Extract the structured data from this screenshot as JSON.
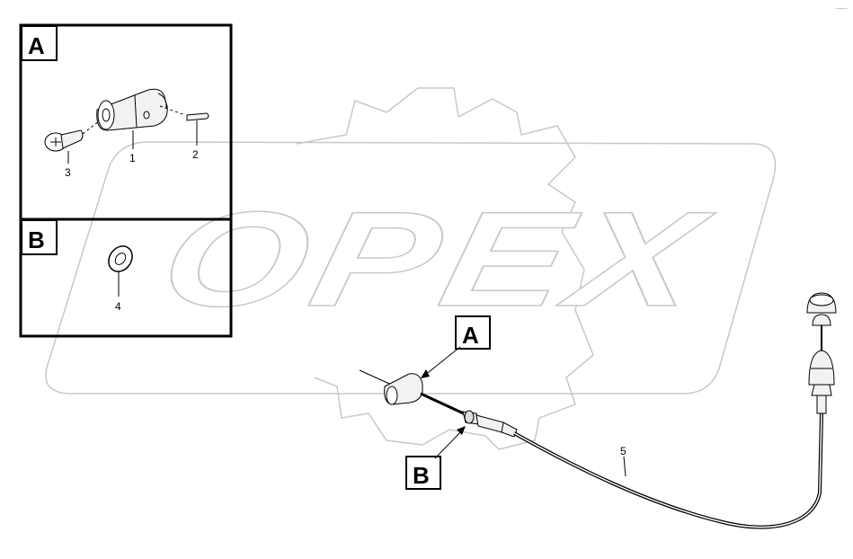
{
  "watermark": {
    "text": "OPEX"
  },
  "corner_mark": "·—·",
  "detail_views": [
    {
      "letter": "A",
      "parts": [
        "1",
        "2",
        "3"
      ]
    },
    {
      "letter": "B",
      "parts": [
        "4"
      ]
    }
  ],
  "callouts": {
    "p1": "1",
    "p2": "2",
    "p3": "3",
    "p4": "4",
    "p5": "5"
  },
  "markers": {
    "A": "A",
    "B": "B"
  }
}
